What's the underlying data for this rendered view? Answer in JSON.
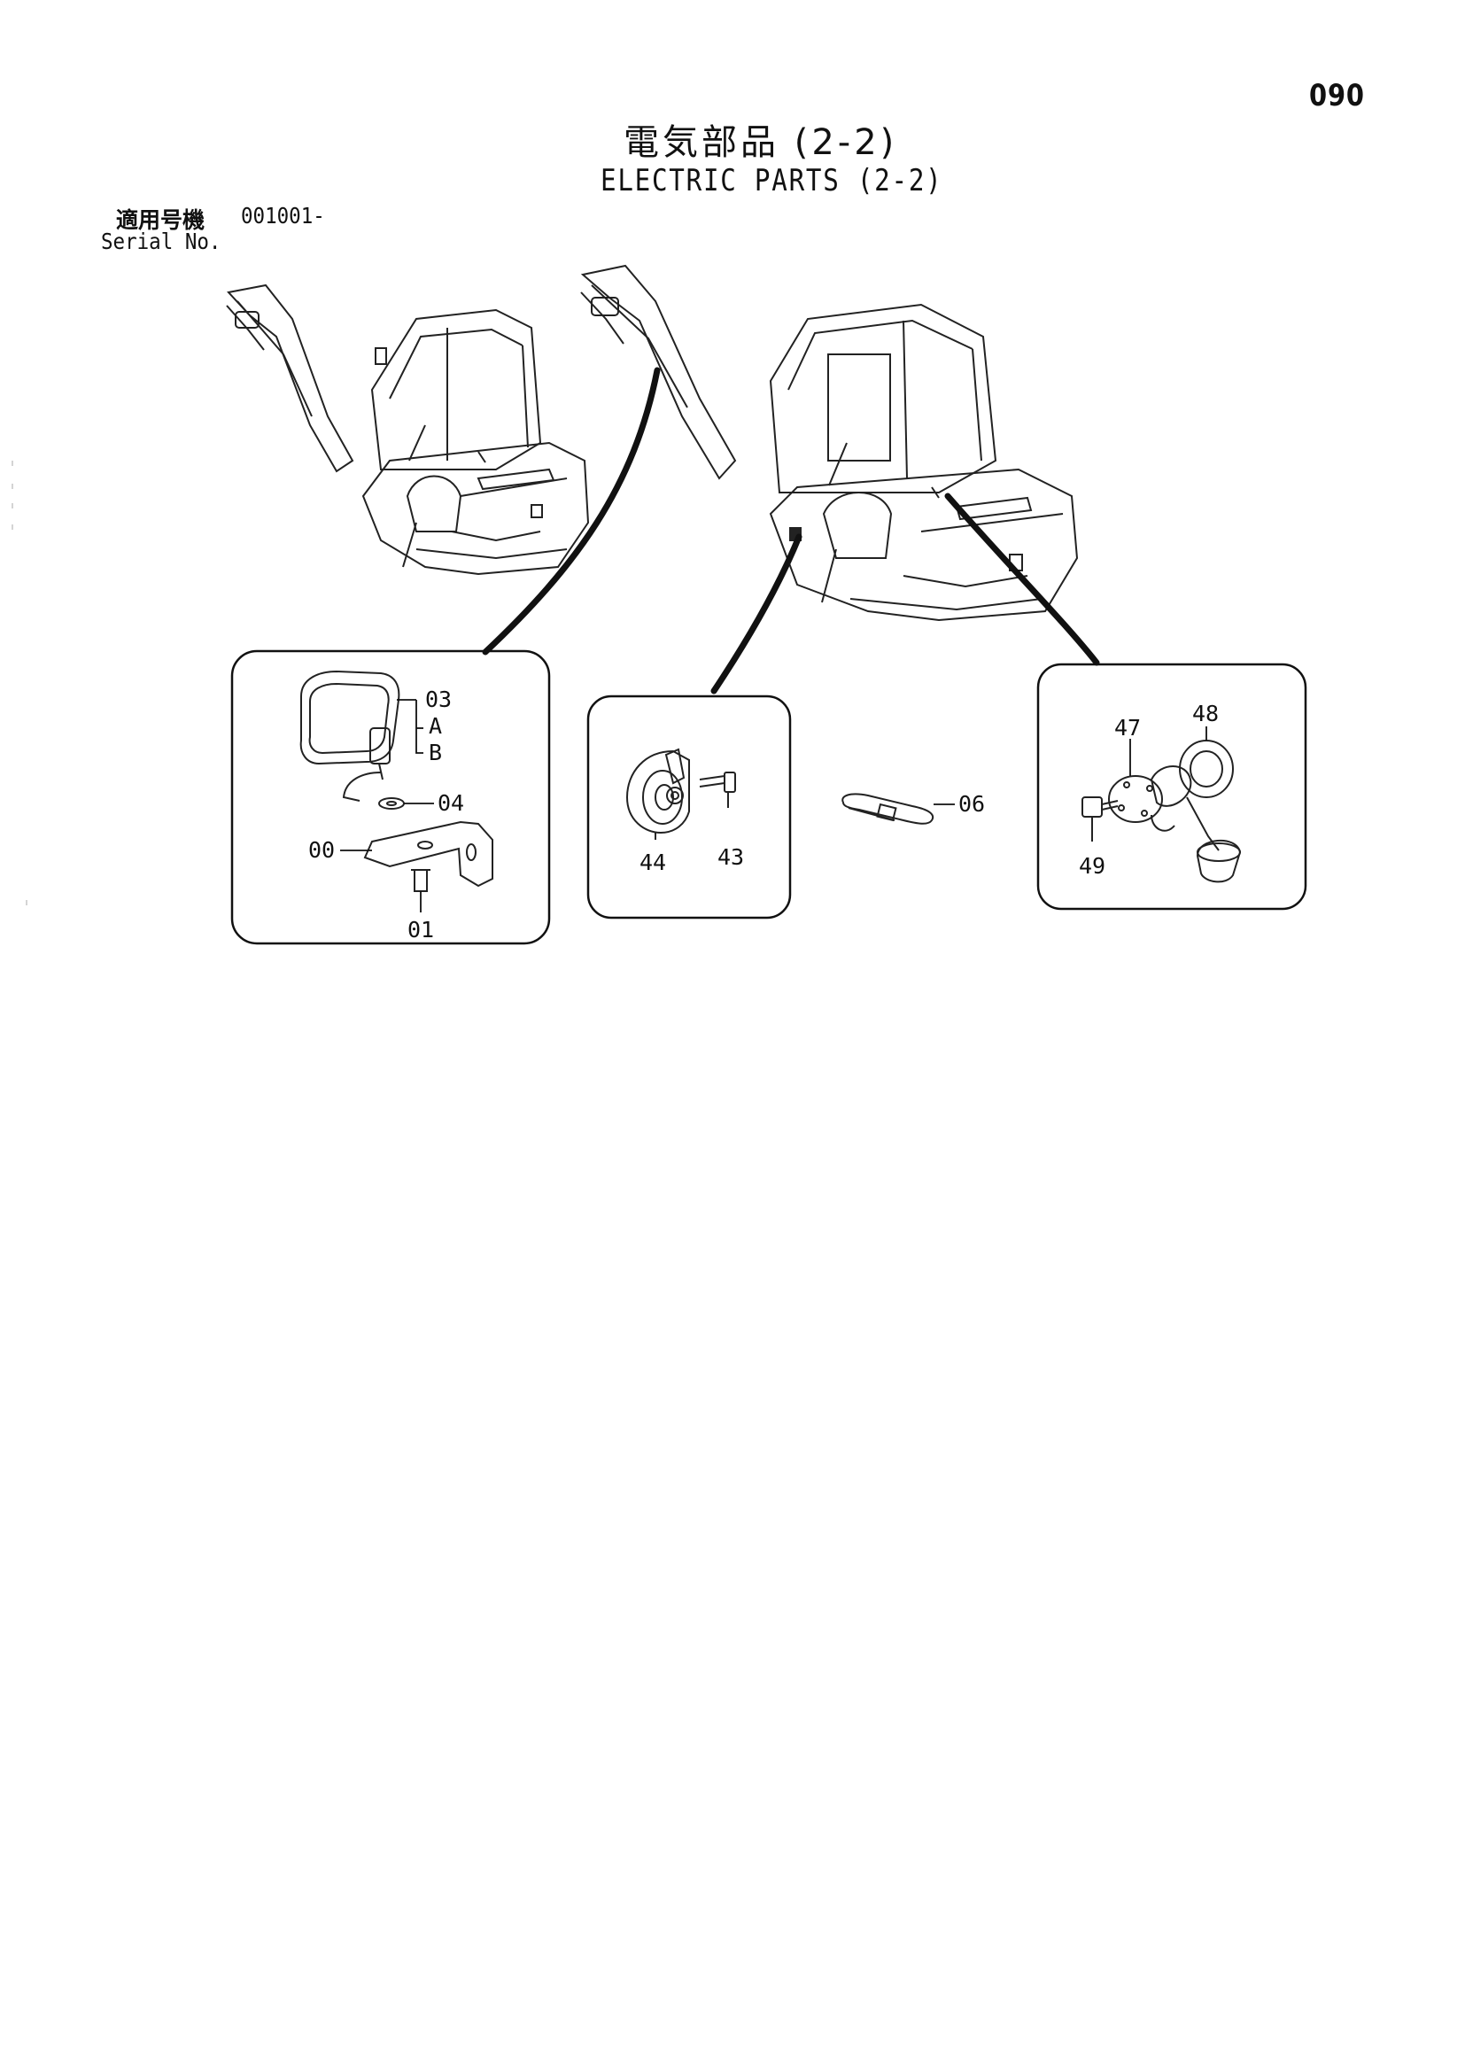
{
  "page_number": "090",
  "title": {
    "japanese": "電気部品 (2-2)",
    "english": "ELECTRIC PARTS (2-2)"
  },
  "serial": {
    "label_ja": "適用号機",
    "value": "001001-",
    "label_en": "Serial No."
  },
  "callouts": {
    "work_light": {
      "part_03": "03",
      "part_a": "A",
      "part_b": "B",
      "part_04": "04",
      "part_00": "00",
      "part_01": "01"
    },
    "horn": {
      "part_44": "44",
      "part_43": "43"
    },
    "band": {
      "part_06": "06"
    },
    "fuel_sensor": {
      "part_48": "48",
      "part_47": "47",
      "part_49": "49"
    }
  }
}
